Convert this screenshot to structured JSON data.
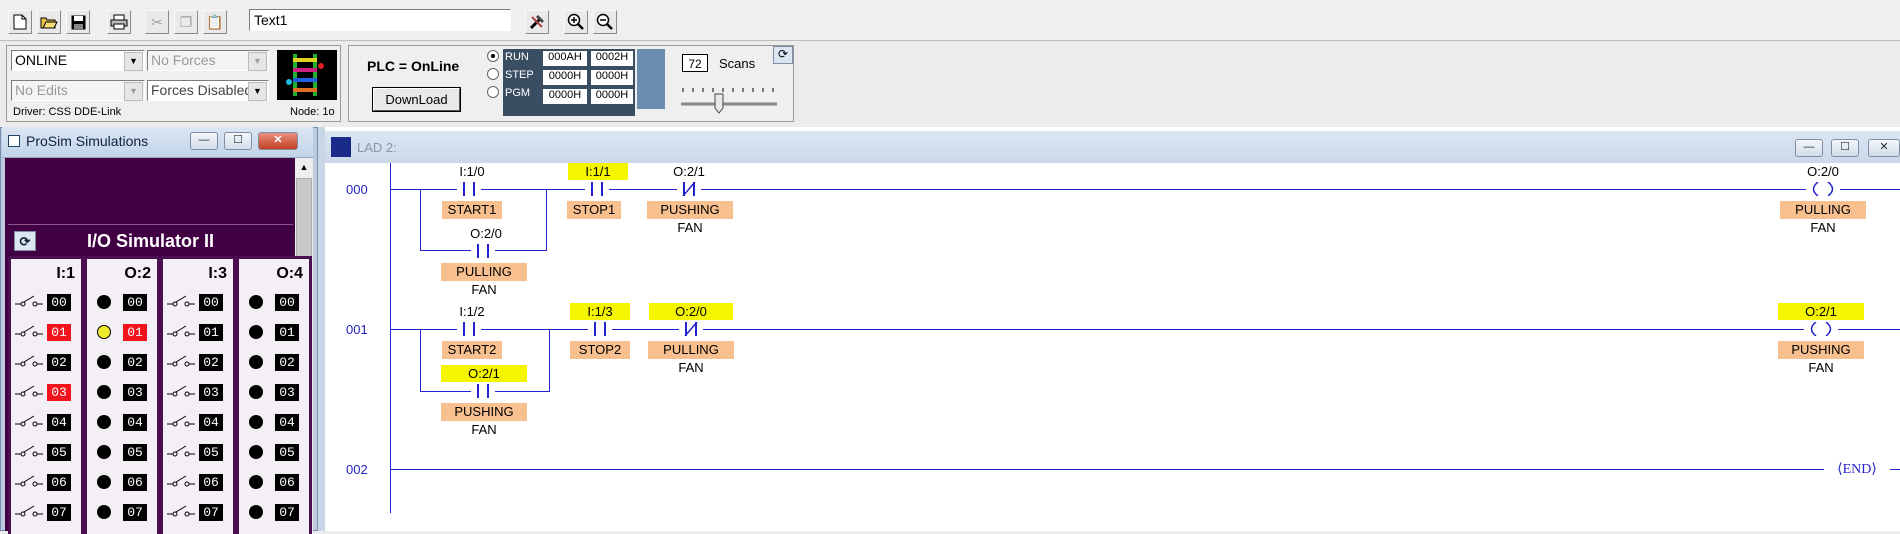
{
  "toolbar": {
    "address_value": "Text1",
    "icons": [
      "new-file-icon",
      "open-folder-icon",
      "save-icon",
      "print-icon",
      "cut-icon",
      "copy-icon",
      "paste-icon",
      "tools-icon",
      "zoom-in-icon",
      "zoom-out-icon"
    ]
  },
  "status": {
    "mode": "ONLINE",
    "forces": "No Forces",
    "edits": "No Edits",
    "forces_enabled": "Forces Disabled",
    "driver": "Driver: CSS DDE-Link",
    "node": "Node: 1o"
  },
  "plc": {
    "state": "PLC = OnLine",
    "download_label": "DownLoad",
    "modes": [
      "RUN",
      "STEP",
      "PGM"
    ],
    "selected_mode": "RUN",
    "regs": [
      [
        "000AH",
        "0002H"
      ],
      [
        "0000H",
        "0000H"
      ],
      [
        "0000H",
        "0000H"
      ]
    ],
    "scans_value": "72",
    "scans_label": "Scans"
  },
  "sim": {
    "window_title": "ProSim Simulations",
    "io_title": "I/O Simulator II",
    "slots": [
      {
        "label": "I:1",
        "kind": "input",
        "numbers": [
          "00",
          "01",
          "02",
          "03",
          "04",
          "05",
          "06",
          "07"
        ],
        "on": [
          "01",
          "03"
        ]
      },
      {
        "label": "O:2",
        "kind": "output",
        "numbers": [
          "00",
          "01",
          "02",
          "03",
          "04",
          "05",
          "06",
          "07"
        ],
        "on": [
          "01"
        ]
      },
      {
        "label": "I:3",
        "kind": "input",
        "numbers": [
          "00",
          "01",
          "02",
          "03",
          "04",
          "05",
          "06",
          "07"
        ],
        "on": []
      },
      {
        "label": "O:4",
        "kind": "output",
        "numbers": [
          "00",
          "01",
          "02",
          "03",
          "04",
          "05",
          "06",
          "07"
        ],
        "on": []
      }
    ]
  },
  "ladder": {
    "title": "LAD 2:",
    "rungs": [
      {
        "number": "000",
        "contacts": [
          {
            "addr": "I:1/0",
            "tag": "START1"
          },
          {
            "addr": "I:1/1",
            "tag": "STOP1"
          },
          {
            "addr": "O:2/1",
            "tag": "PUSHING FAN"
          },
          {
            "addr": "O:2/0",
            "tag": "PULLING FAN"
          }
        ],
        "coil": {
          "addr": "O:2/0",
          "tag": "PULLING FAN"
        }
      },
      {
        "number": "001",
        "contacts": [
          {
            "addr": "I:1/2",
            "tag": "START2"
          },
          {
            "addr": "I:1/3",
            "tag": "STOP2"
          },
          {
            "addr": "O:2/0",
            "tag": "PULLING FAN"
          },
          {
            "addr": "O:2/1",
            "tag": "PUSHING FAN"
          }
        ],
        "coil": {
          "addr": "O:2/1",
          "tag": "PUSHING FAN"
        }
      },
      {
        "number": "002",
        "end_label": "END"
      }
    ]
  }
}
